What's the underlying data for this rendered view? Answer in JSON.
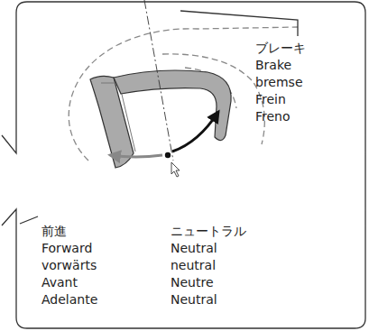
{
  "diagram": {
    "labels": [
      "ブレーキ Brake bremse Frein Freno",
      "前進 Forward vorwärts Avant Adelante",
      "ニュートラル Neutral neutral Neutre Neutral"
    ]
  }
}
